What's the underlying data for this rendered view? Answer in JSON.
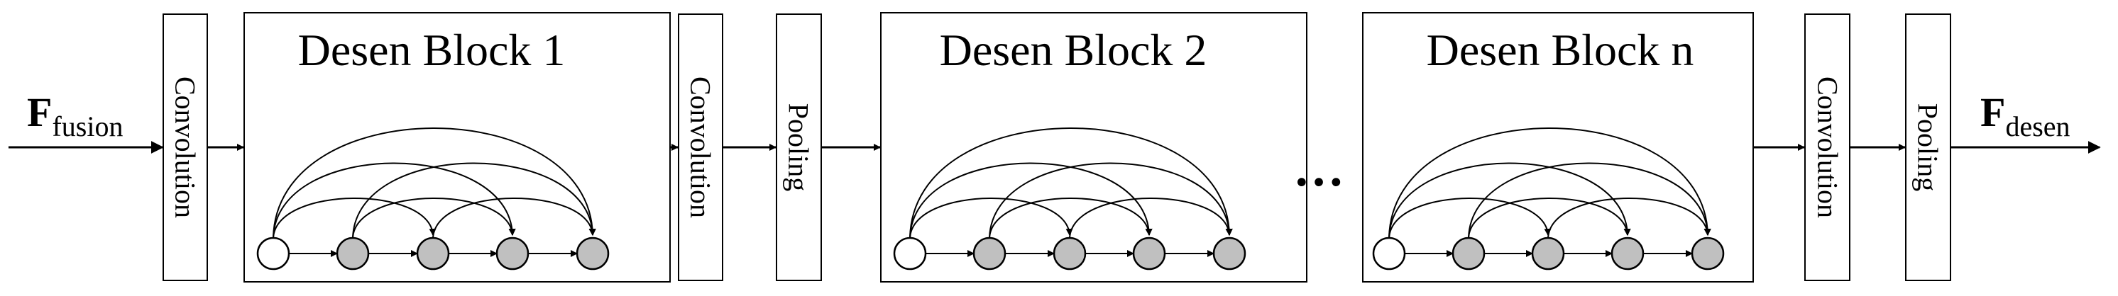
{
  "input": {
    "symbol": "F",
    "subscript": "fusion"
  },
  "output": {
    "symbol": "F",
    "subscript": "desen"
  },
  "layers": {
    "convolution_label": "Convolution",
    "pooling_label": "Pooling"
  },
  "blocks": [
    {
      "title": "Desen Block 1"
    },
    {
      "title": "Desen Block 2"
    },
    {
      "title": "Desen Block n"
    }
  ],
  "ellipsis": "…",
  "colors": {
    "stroke": "#000000",
    "input_node_fill": "#ffffff",
    "feature_node_fill": "#c0c0c0",
    "background": "#ffffff"
  }
}
